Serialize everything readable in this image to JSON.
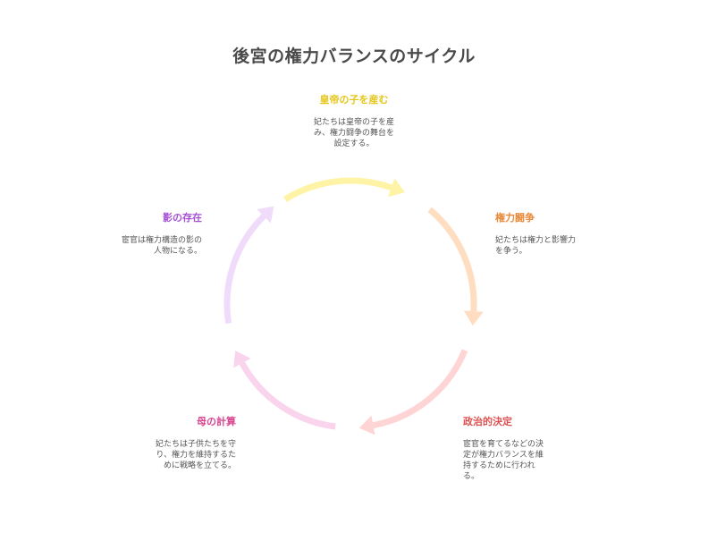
{
  "title": "後宮の権力バランスのサイクル",
  "stages": [
    {
      "label": "皇帝の子を産む",
      "desc_lines": [
        "妃たちは皇帝の子を産",
        "み、権力闘争の舞台を",
        "設定する。"
      ],
      "color": "#e6c619"
    },
    {
      "label": "権力闘争",
      "desc_lines": [
        "妃たちは権力と影響力",
        "を争う。"
      ],
      "color": "#e88a3a"
    },
    {
      "label": "政治的決定",
      "desc_lines": [
        "宦官を育てるなどの決",
        "定が権力バランスを維",
        "持するために行われ",
        "る。"
      ],
      "color": "#e05050"
    },
    {
      "label": "母の計算",
      "desc_lines": [
        "妃たちは子供たちを守",
        "り、権力を維持するた",
        "めに戦略を立てる。"
      ],
      "color": "#d9468f"
    },
    {
      "label": "影の存在",
      "desc_lines": [
        "宦官は権力構造の影の",
        "人物になる。"
      ],
      "color": "#a650d6"
    }
  ],
  "arrow_colors": [
    "#fff3a6",
    "#ffddc0",
    "#ffd4d4",
    "#fad4ec",
    "#f0dcfa"
  ]
}
